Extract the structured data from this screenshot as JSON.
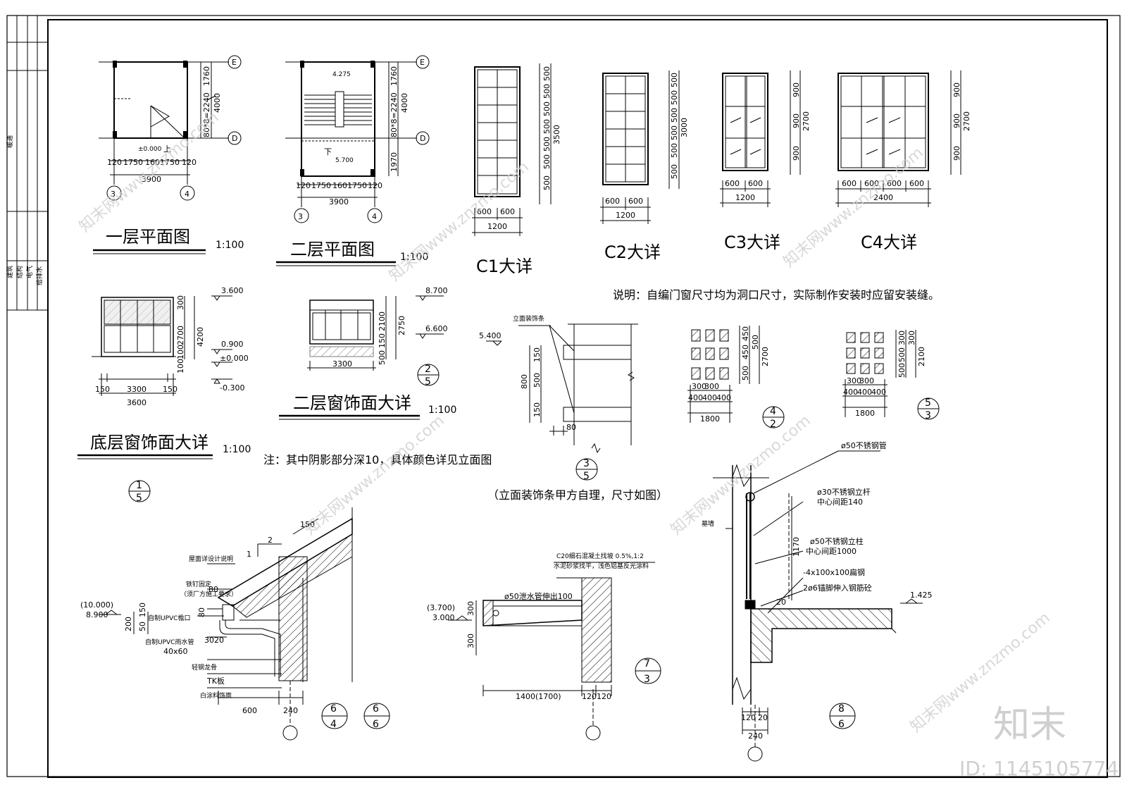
{
  "sidebar": {
    "labels": [
      "建筑",
      "结构",
      "电气",
      "给排水"
    ],
    "tag": "暖通"
  },
  "plan1": {
    "title": "一层平面图",
    "scale": "1:100",
    "dims_top": [
      "120",
      "1750",
      "160",
      "1750",
      "120"
    ],
    "total": "3900",
    "right_dims": [
      "1760",
      "80*8=2240",
      "4000"
    ],
    "axes_h": [
      "3",
      "4"
    ],
    "axes_v": [
      "E",
      "D"
    ],
    "level": "±0.000",
    "up": "上"
  },
  "plan2": {
    "title": "二层平面图",
    "scale": "1:100",
    "dims_top": [
      "120",
      "1750",
      "160",
      "1750",
      "120"
    ],
    "total": "3900",
    "right_dims": [
      "1760",
      "80*8=2240",
      "4000"
    ],
    "extra": "1970",
    "axes_h": [
      "3",
      "4"
    ],
    "axes_v": [
      "E",
      "D"
    ],
    "level_a": "4.275",
    "level_b": "5.700",
    "down": "下"
  },
  "windows": {
    "c1": {
      "title": "C1大详",
      "w": [
        "600",
        "600"
      ],
      "total": "1200",
      "h": [
        "500",
        "500",
        "500",
        "500",
        "500",
        "500",
        "500"
      ],
      "htotal": "3500"
    },
    "c2": {
      "title": "C2大详",
      "w": [
        "600",
        "600"
      ],
      "total": "1200",
      "h": [
        "500",
        "500",
        "500",
        "500",
        "500",
        "500"
      ],
      "htotal": "3000"
    },
    "c3": {
      "title": "C3大详",
      "w": [
        "600",
        "600"
      ],
      "total": "1200",
      "h": [
        "900",
        "900",
        "900"
      ],
      "htotal": "2700"
    },
    "c4": {
      "title": "C4大详",
      "w": [
        "600",
        "600",
        "600",
        "600"
      ],
      "total": "2400",
      "h": [
        "900",
        "900",
        "900"
      ],
      "htotal": "2700"
    }
  },
  "note_main": "说明：自编门窗尺寸均为洞口尺寸，实际制作安装时应留安装缝。",
  "elev1": {
    "title": "底层窗饰面大详",
    "scale": "1:100",
    "w": [
      "150",
      "3300",
      "150"
    ],
    "total": "3600",
    "h": [
      "300",
      "2700",
      "100",
      "100"
    ],
    "htotal": "4200",
    "levels": [
      "3.600",
      "0.900",
      "±0.000",
      "-0.300"
    ],
    "badge_top": "1",
    "badge_bot": "5"
  },
  "elev2": {
    "title": "二层窗饰面大详",
    "scale": "1:100",
    "w": "3300",
    "h": [
      "2100",
      "150",
      "500"
    ],
    "htotal": "2750",
    "levels": [
      "8.700",
      "6.600"
    ],
    "badge_top": "2",
    "badge_bot": "5"
  },
  "note_shade": "注：其中阴影部分深10，具体颜色详见立面图",
  "d35": {
    "label": "立面装饰条",
    "level": "5.400",
    "dims": [
      "150",
      "500",
      "150",
      "800",
      "80"
    ],
    "badge_top": "3",
    "badge_bot": "5",
    "note": "（立面装饰条甲方自理，尺寸如图）"
  },
  "d42": {
    "w": [
      "300",
      "300"
    ],
    "w2": [
      "400",
      "400",
      "400"
    ],
    "total": "1800",
    "h": [
      "450",
      "450",
      "500",
      "500"
    ],
    "htotal": "2700",
    "badge_top": "4",
    "badge_bot": "2"
  },
  "d53": {
    "w": [
      "300",
      "300"
    ],
    "w2": [
      "400",
      "400",
      "400"
    ],
    "total": "1800",
    "h": [
      "300",
      "300",
      "500",
      "500"
    ],
    "htotal": "2100",
    "badge_top": "5",
    "badge_bot": "3"
  },
  "d64": {
    "labels": [
      "屋面详设计说明",
      "铁钉固定",
      "（须厂方施工要求）",
      "自制UPVC檐口",
      "自制UPVC雨水管",
      "40x60",
      "轻钢龙骨",
      "TK板",
      "白涂料饰面"
    ],
    "dims": [
      "150",
      "2",
      "1",
      "80",
      "80",
      "200",
      "50",
      "150",
      "30",
      "20",
      "600",
      "240"
    ],
    "levels": [
      "(10.000)",
      "8.900"
    ],
    "badges": [
      "6",
      "4",
      "6",
      "6"
    ]
  },
  "d73": {
    "labels": [
      "C20细石混凝土找坡 0.5%,1:2",
      "水泥砂浆找平，浅色铝基反光涂料",
      "ø50泄水管伸出100"
    ],
    "dims": [
      "300",
      "300",
      "1400(1700)",
      "120",
      "120"
    ],
    "levels": [
      "(3.700)",
      "3.000"
    ],
    "badge_top": "7",
    "badge_bot": "3"
  },
  "d86": {
    "labels": [
      "ø50不锈钢管",
      "ø30不锈钢立杆",
      "中心间距140",
      "墓墙",
      "ø50不锈钢立柱",
      "中心间距1000",
      "-4x100x100扁钢",
      "2ø6锚脚伸入钢筋砼"
    ],
    "dims": [
      "1170",
      "20",
      "120",
      "20",
      "240"
    ],
    "level": "1.425",
    "badge_top": "8",
    "badge_bot": "6"
  },
  "watermark": {
    "logo": "知末",
    "id": "ID: 1145105774",
    "site": "知末网www.znzmo.com"
  }
}
